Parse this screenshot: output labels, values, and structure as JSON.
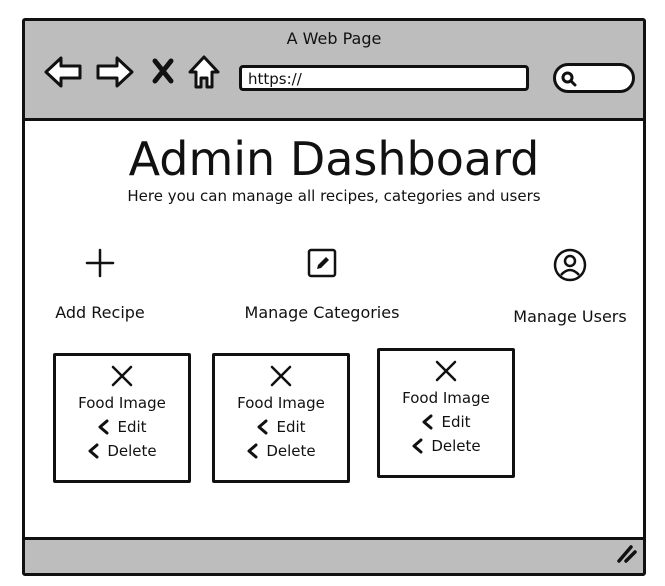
{
  "window": {
    "title": "A Web Page"
  },
  "browser": {
    "url": "https://"
  },
  "page": {
    "title": "Admin Dashboard",
    "subtitle": "Here you can manage all recipes, categories and users"
  },
  "actions": [
    {
      "label": "Add Recipe",
      "icon": "plus-icon"
    },
    {
      "label": "Manage Categories",
      "icon": "edit-icon"
    },
    {
      "label": "Manage Users",
      "icon": "user-circle-icon"
    }
  ],
  "cards": [
    {
      "image_label": "Food Image",
      "edit_label": "Edit",
      "delete_label": "Delete"
    },
    {
      "image_label": "Food Image",
      "edit_label": "Edit",
      "delete_label": "Delete"
    },
    {
      "image_label": "Food Image",
      "edit_label": "Edit",
      "delete_label": "Delete"
    }
  ]
}
